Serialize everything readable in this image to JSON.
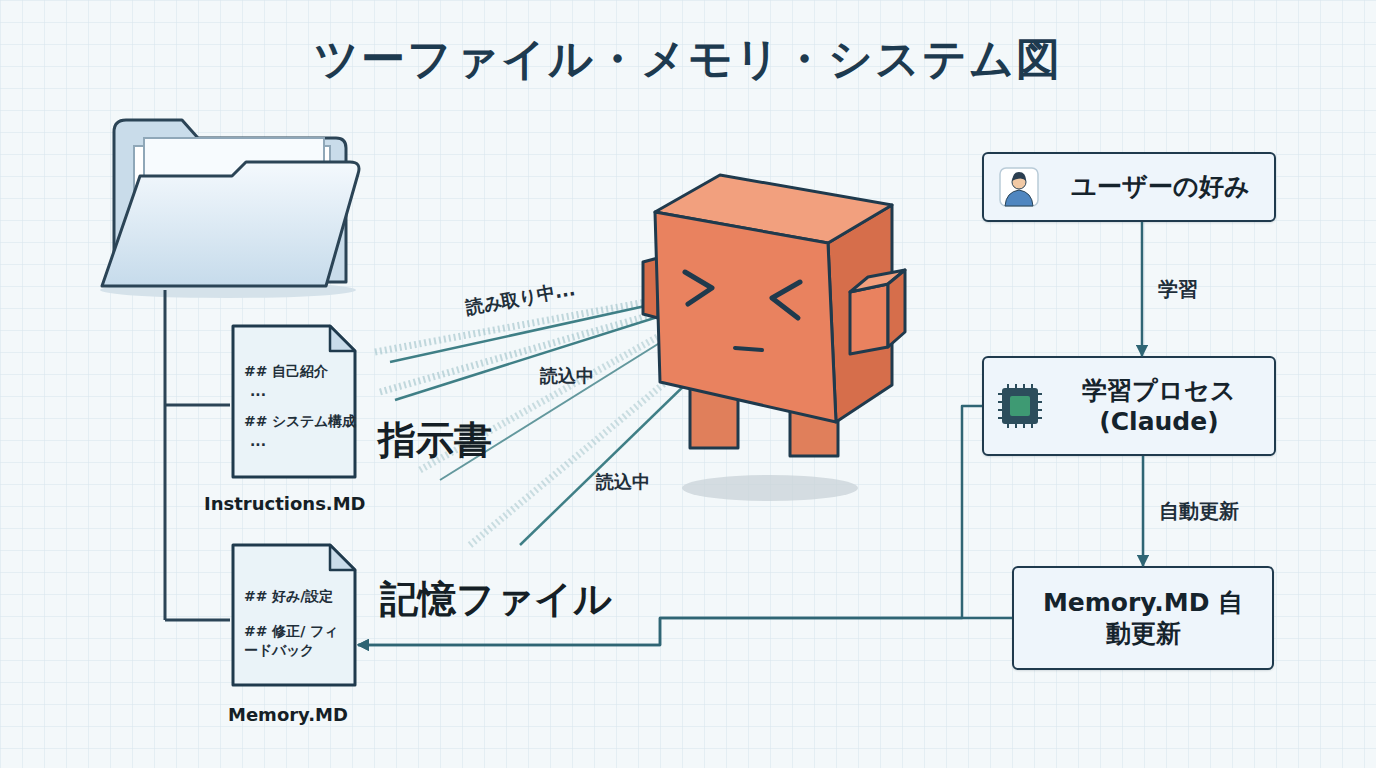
{
  "diagram": {
    "title": "ツーファイル・メモリ・システム図",
    "nodes": [
      {
        "text": [
          "## 自己紹介",
          "...",
          "## システム構成",
          "...",
          "指示書",
          "Instructions.MD"
        ]
      },
      {
        "text": [
          "## 好み/設定",
          "## 修正/ フィードバック",
          "記憶ファイル",
          "Memory.MD"
        ]
      },
      {
        "text": [
          "ユーザーの好み"
        ]
      },
      {
        "text": [
          "学習プロセス (Claude)"
        ]
      },
      {
        "text": [
          "Memory.MD 自動更新"
        ]
      }
    ],
    "edges": [
      {
        "from": 2,
        "to": 3,
        "arrow": "to",
        "label": "学習"
      },
      {
        "from": 3,
        "to": 4,
        "arrow": "to",
        "label": "自動更新"
      },
      {
        "from": 4,
        "to": 1,
        "arrow": "to"
      },
      {
        "from": 3,
        "to": 1,
        "arrow": "to"
      }
    ],
    "labels": [
      "読み取り中...",
      "読込中",
      "読込中"
    ]
  }
}
